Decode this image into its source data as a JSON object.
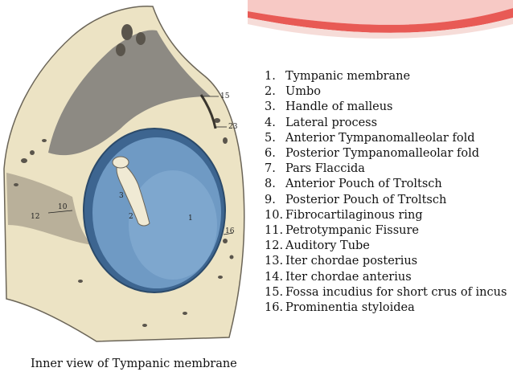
{
  "labels": [
    {
      "n": "1.",
      "text": "Tympanic membrane"
    },
    {
      "n": "2.",
      "text": "Umbo"
    },
    {
      "n": "3.",
      "text": "Handle of malleus"
    },
    {
      "n": "4.",
      "text": "Lateral process"
    },
    {
      "n": "5.",
      "text": "Anterior Tympanomalleolar fold"
    },
    {
      "n": "6.",
      "text": "Posterior Tympanomalleolar fold"
    },
    {
      "n": "7.",
      "text": "Pars Flaccida"
    },
    {
      "n": "8.",
      "text": "Anterior Pouch of Troltsch"
    },
    {
      "n": "9.",
      "text": "Posterior Pouch of Troltsch"
    },
    {
      "n": "10.",
      "text": "Fibrocartilaginous ring"
    },
    {
      "n": "11.",
      "text": "Petrotympanic Fissure"
    },
    {
      "n": "12.",
      "text": "Auditory Tube"
    },
    {
      "n": "13.",
      "text": "Iter chordae posterius"
    },
    {
      "n": "14.",
      "text": "Iter chordae anterius"
    },
    {
      "n": "15.",
      "text": "Fossa incudius for short crus of incus"
    },
    {
      "n": "16.",
      "text": "Prominentia styloidea"
    }
  ],
  "caption": "Inner view of Tympanic membrane",
  "figure_numbers": {
    "n1": "1",
    "n2": "2",
    "n3": "3",
    "n10": "10",
    "n12": "12",
    "n15": "15",
    "n16": "16",
    "n23": "23"
  },
  "colors": {
    "membrane": "#6f9ac4",
    "membrane_dark": "#3d6590",
    "bone": "#ece3c4",
    "shadow": "#7d7a74",
    "accent_red": "#e24a4a",
    "accent_pink": "#f4b3b0"
  }
}
